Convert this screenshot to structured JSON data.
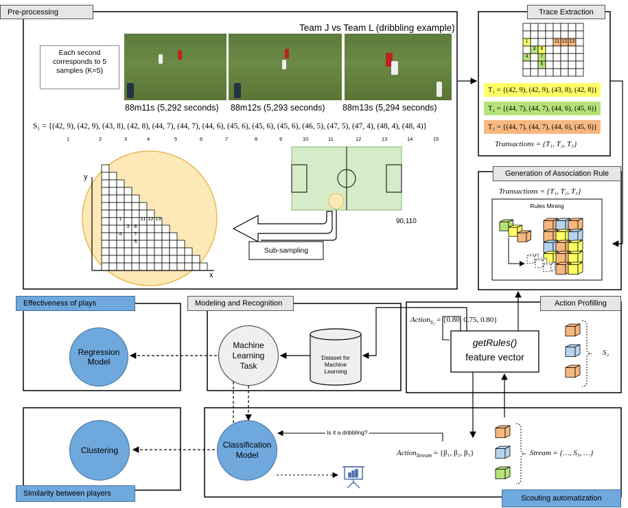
{
  "panels": {
    "preprocessing": "Pre-processing",
    "trace_extraction": "Trace Extraction",
    "association_rule": "Generation of Association Rule",
    "effectiveness": "Effectiveness of plays",
    "modeling": "Modeling and Recognition",
    "action_profiling": "Action Profilling",
    "similarity": "Similarity between players",
    "scouting": "Scouting  automatization"
  },
  "preprocessing": {
    "match_title": "Team J vs Team L (dribbling example)",
    "sampling_note": "Each second corresponds to 5 samples (K=5)",
    "frames": [
      {
        "caption": "88m11s (5,292 seconds)"
      },
      {
        "caption": "88m12s (5,293 seconds)"
      },
      {
        "caption": "88m13s (5,294 seconds)"
      }
    ],
    "sequence_label": "S₁ = {(42, 9), (42, 9), (43, 8), (42, 8), (44, 7), (44, 7), (44, 6), (45, 6), (45, 6), (45, 6), (46, 5), (47, 5), (47, 4), (48, 4), (48, 4)}",
    "sequence_indices": [
      "1",
      "2",
      "3",
      "4",
      "5",
      "6",
      "7",
      "8",
      "9",
      "10",
      "11",
      "12",
      "13",
      "14",
      "15"
    ],
    "axis_y": "y",
    "axis_x": "x",
    "grid_labels": [
      "1",
      "11",
      "12",
      "13",
      "3",
      "8",
      "4",
      "7",
      "5"
    ],
    "field_coords": "90,110",
    "subsampling": "Sub-sampling"
  },
  "trace_extraction": {
    "grid_labels": [
      "1",
      "11",
      "12",
      "13",
      "3",
      "8",
      "4",
      "7",
      "5"
    ],
    "t1": "T₁ = {(42, 9), (42, 9), (43, 8), (42, 8)}",
    "t2": "T₂ = {(44, 7), (44, 7), (44, 6), (45, 6)}",
    "t3": "T₃ = {(44, 7), (44, 7), (44, 6), (45, 6)}",
    "transactions": "Transactions = {T₁, T₂, T₃}",
    "colors": {
      "t1": "#ffff66",
      "t2": "#b6e27a",
      "t3": "#f7b87f"
    }
  },
  "association_rule": {
    "transactions": "Transactions = {T₁, T₂, T₃}",
    "rules_mining": "Rules Mining"
  },
  "effectiveness": {
    "node": "Regression Model"
  },
  "similarity": {
    "node": "Clustering"
  },
  "modeling": {
    "task": "Machine Learning Task",
    "dataset": "Dataset for Machine Learning"
  },
  "action_profiling": {
    "action": "Action",
    "action_sub": "S₂",
    "action_values": " = {0.80, 0.75, 0.80}",
    "box_title": "getRules()",
    "box_sub": "feature vector",
    "brace_label": "S₂"
  },
  "scouting": {
    "classifier": "Classification Model",
    "question": "Is it a dribbling?",
    "action": "Action",
    "action_sub": "Stream",
    "action_values": " = {β₁, β₂, β₃}",
    "stream": "Stream = {…, S₃, …}"
  }
}
